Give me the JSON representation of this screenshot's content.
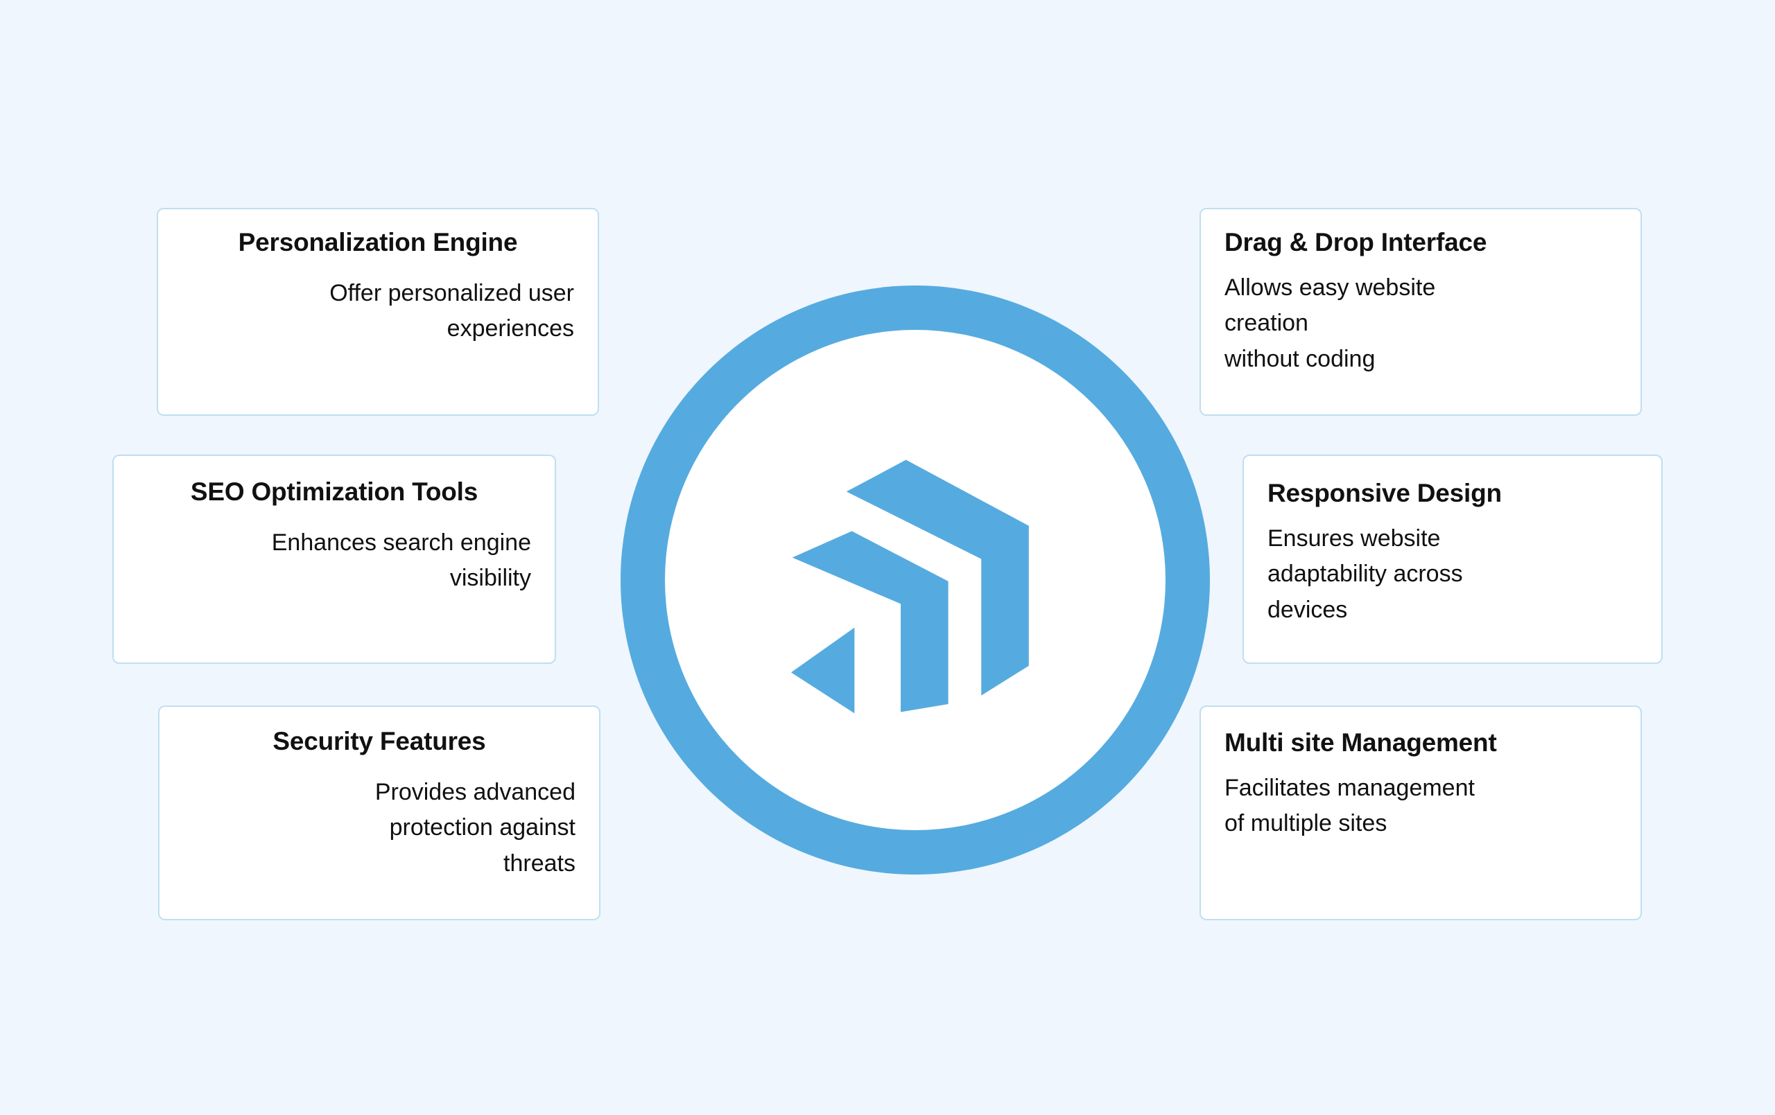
{
  "background_color": "#eff6fd",
  "accent_color": "#55abdf",
  "card_border_color": "#bfdff0",
  "card_background": "#ffffff",
  "hub": {
    "logo_name": "abstract-cube-arrow-logo",
    "ring_color": "#55abdf",
    "inner_color": "#ffffff"
  },
  "cards": {
    "left": [
      {
        "id": "personalization",
        "title": "Personalization Engine",
        "description": "Offer personalized user\nexperiences"
      },
      {
        "id": "seo",
        "title": "SEO Optimization Tools",
        "description": "Enhances search engine\nvisibility"
      },
      {
        "id": "security",
        "title": "Security Features",
        "description": "Provides advanced\nprotection against\nthreats"
      }
    ],
    "right": [
      {
        "id": "dragdrop",
        "title": "Drag & Drop Interface",
        "description": "Allows easy website\ncreation\nwithout coding"
      },
      {
        "id": "responsive",
        "title": "Responsive Design",
        "description": "Ensures website\nadaptability across\ndevices"
      },
      {
        "id": "multisite",
        "title": "Multi site Management",
        "description": "Facilitates management\nof multiple sites"
      }
    ]
  }
}
